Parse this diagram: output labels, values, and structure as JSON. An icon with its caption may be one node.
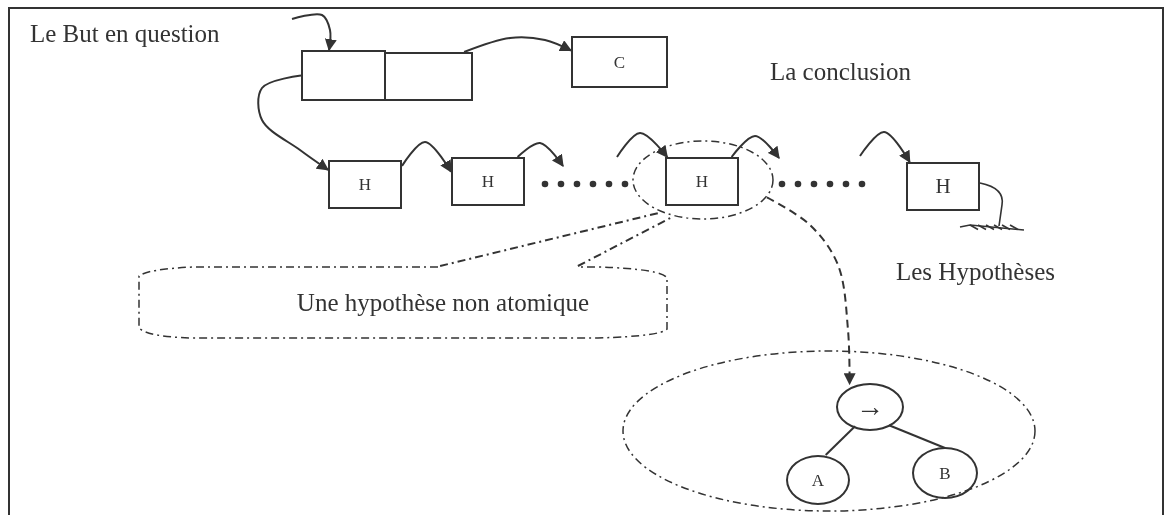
{
  "diagram": {
    "nodes": [
      {
        "text": [],
        "shape": "box"
      },
      {
        "text": [],
        "shape": "box"
      },
      {
        "text": [
          "C"
        ]
      },
      {
        "text": [
          "H"
        ]
      },
      {
        "text": [
          "H"
        ]
      },
      {
        "text": [],
        "shape": "ellipse"
      },
      {
        "text": [
          "H"
        ],
        "in": 5
      },
      {
        "text": [
          "H"
        ]
      },
      {
        "text": [
          "Une hypothèse non atomique"
        ]
      },
      {
        "text": [],
        "shape": "ellipse"
      },
      {
        "text": [
          "→"
        ],
        "in": 9
      },
      {
        "text": [
          "A"
        ],
        "in": 9
      },
      {
        "text": [
          "B"
        ],
        "in": 9
      }
    ],
    "edges": [
      {
        "from": null,
        "to": 0,
        "arrow": "to"
      },
      {
        "from": 1,
        "to": 2,
        "arrow": "to"
      },
      {
        "from": 0,
        "to": 3,
        "arrow": "to"
      },
      {
        "from": 3,
        "to": 4,
        "arrow": "to"
      },
      {
        "from": 4,
        "to": null,
        "arrow": "to"
      },
      {
        "from": null,
        "to": 6,
        "arrow": "to"
      },
      {
        "from": 6,
        "to": null,
        "arrow": "to"
      },
      {
        "from": null,
        "to": 7,
        "arrow": "to"
      },
      {
        "from": 5,
        "to": 10,
        "arrow": "to",
        "style": "dashed"
      },
      {
        "from": 10,
        "to": 11,
        "arrow": "none"
      },
      {
        "from": 10,
        "to": 12,
        "arrow": "none"
      },
      {
        "from": 8,
        "to": 5,
        "arrow": "none",
        "style": "dashed"
      },
      {
        "from": 8,
        "to": 5,
        "arrow": "none",
        "style": "dashed"
      }
    ],
    "labels": [
      "Le But en question",
      "La conclusion",
      "Les Hypothèses"
    ]
  }
}
